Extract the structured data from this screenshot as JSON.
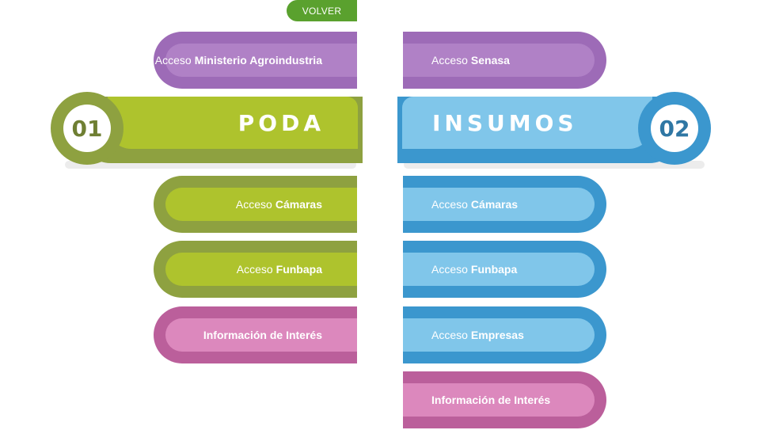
{
  "nav": {
    "back_label": "VOLVER"
  },
  "top": {
    "left": {
      "prefix": "Acceso",
      "bold": "Ministerio Agroindustria"
    },
    "right": {
      "prefix": "Acceso",
      "bold": "Senasa"
    }
  },
  "sections": {
    "poda": {
      "number": "01",
      "title": "PODA"
    },
    "insumos": {
      "number": "02",
      "title": "INSUMOS"
    }
  },
  "poda_items": [
    {
      "prefix": "Acceso",
      "bold": "Cámaras"
    },
    {
      "prefix": "Acceso",
      "bold": "Funbapa"
    },
    {
      "prefix": "",
      "bold": "Información de Interés"
    }
  ],
  "insumos_items": [
    {
      "prefix": "Acceso",
      "bold": "Cámaras"
    },
    {
      "prefix": "Acceso",
      "bold": "Funbapa"
    },
    {
      "prefix": "Acceso",
      "bold": "Empresas"
    },
    {
      "prefix": "",
      "bold": "Información de Interés"
    }
  ],
  "colors": {
    "green_light": "#aec32d",
    "green_dark": "#8ea140",
    "blue_light": "#80c6ea",
    "blue_dark": "#3b97ce",
    "purple_light": "#b081c6",
    "purple_dark": "#9d6bb7",
    "pink_light": "#dc88bd",
    "pink_dark": "#bb5f9b",
    "volver": "#5aa12e"
  }
}
